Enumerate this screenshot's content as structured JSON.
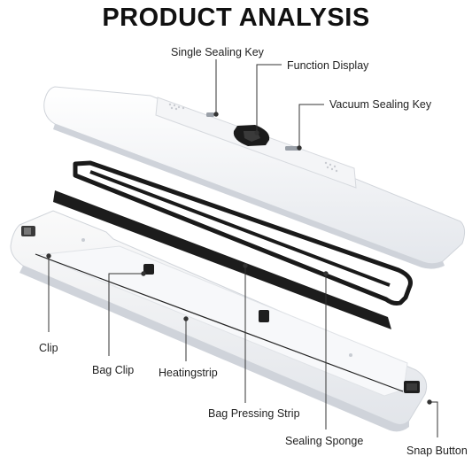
{
  "title": "PRODUCT ANALYSIS",
  "labels": {
    "single_sealing_key": "Single Sealing Key",
    "function_display": "Function Display",
    "vacuum_sealing_key": "Vacuum Sealing Key",
    "clip": "Clip",
    "bag_clip": "Bag Clip",
    "heatingstrip": "Heatingstrip",
    "bag_pressing_strip": "Bag Pressing Strip",
    "sealing_sponge": "Sealing Sponge",
    "snap_button": "Snap Button"
  },
  "colors": {
    "body_white": "#ffffff",
    "shadow_grey": "#d9dde3",
    "gasket_black": "#1a1a1a",
    "line": "#333333"
  }
}
